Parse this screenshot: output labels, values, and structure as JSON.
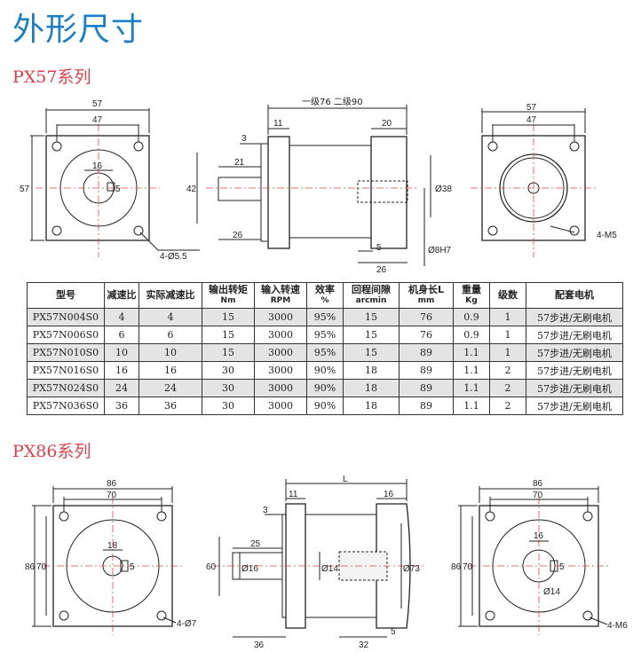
{
  "page_title": "外形尺寸",
  "series": [
    {
      "name": "PX57系列",
      "front_dims": {
        "width_outer": "57",
        "hole_spacing": "47",
        "height": "57",
        "bore": "16",
        "key": "5",
        "holes": "4-Ø5.5"
      },
      "side_dims": {
        "length": "一级76  二级90",
        "flange": "11",
        "end": "20",
        "step": "3",
        "shaft_len": "21",
        "total_shaft": "26",
        "height": "42",
        "dia": "Ø38",
        "bore_dia": "Ø8H7",
        "key_depth": "5",
        "bore_len": "26"
      },
      "back_dims": {
        "width_outer": "57",
        "hole_spacing": "47",
        "holes": "4-M5"
      }
    },
    {
      "name": "PX86系列",
      "front_dims": {
        "width_outer": "86",
        "hole_spacing": "70",
        "height_outer": "86",
        "height_inner": "70",
        "bore": "18",
        "key": "5",
        "holes": "4-Ø7"
      },
      "side_dims": {
        "length": "L",
        "flange": "11",
        "end": "16",
        "step": "3",
        "shaft_len": "25",
        "height": "60",
        "shaft_dia": "Ø16",
        "bore_dia": "Ø14",
        "outer_dia": "Ø73",
        "total_shaft": "36",
        "bore_len": "32",
        "key_depth": "5"
      },
      "back_dims": {
        "width_outer": "86",
        "hole_spacing": "70",
        "height_outer": "86",
        "height_inner": "70",
        "bore": "16",
        "key": "5",
        "bore_dia": "Ø14",
        "holes": "4-M6"
      }
    }
  ],
  "table": {
    "headers": [
      {
        "main": "型号",
        "sub": ""
      },
      {
        "main": "减速比",
        "sub": ""
      },
      {
        "main": "实际减速比",
        "sub": ""
      },
      {
        "main": "输出转矩",
        "sub": "Nm"
      },
      {
        "main": "输入转速",
        "sub": "RPM"
      },
      {
        "main": "效率",
        "sub": "%"
      },
      {
        "main": "回程间隙",
        "sub": "arcmin"
      },
      {
        "main": "机身长L",
        "sub": "mm"
      },
      {
        "main": "重量",
        "sub": "Kg"
      },
      {
        "main": "级数",
        "sub": ""
      },
      {
        "main": "配套电机",
        "sub": ""
      }
    ],
    "rows": [
      [
        "PX57N004S0",
        "4",
        "4",
        "15",
        "3000",
        "95%",
        "15",
        "76",
        "0.9",
        "1",
        "57步进/无刷电机"
      ],
      [
        "PX57N006S0",
        "6",
        "6",
        "15",
        "3000",
        "95%",
        "15",
        "76",
        "0.9",
        "1",
        "57步进/无刷电机"
      ],
      [
        "PX57N010S0",
        "10",
        "10",
        "15",
        "3000",
        "95%",
        "15",
        "89",
        "1.1",
        "1",
        "57步进/无刷电机"
      ],
      [
        "PX57N016S0",
        "16",
        "16",
        "30",
        "3000",
        "90%",
        "18",
        "89",
        "1.1",
        "2",
        "57步进/无刷电机"
      ],
      [
        "PX57N024S0",
        "24",
        "24",
        "30",
        "3000",
        "90%",
        "18",
        "89",
        "1.1",
        "2",
        "57步进/无刷电机"
      ],
      [
        "PX57N036S0",
        "36",
        "36",
        "30",
        "3000",
        "90%",
        "18",
        "89",
        "1.1",
        "2",
        "57步进/无刷电机"
      ]
    ]
  }
}
